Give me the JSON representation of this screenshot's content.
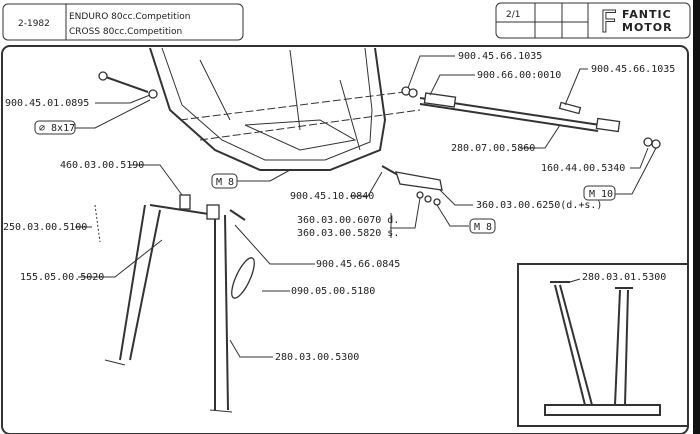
{
  "header": {
    "date": "2-1982",
    "model_1": "ENDURO 80cc.Competition",
    "model_2": "CROSS 80cc.Competition",
    "page": "2/1",
    "logo_line_1": "FANTIC",
    "logo_line_2": "MOTOR"
  },
  "parts": {
    "bolt_swingarm": "900.45.01.0895",
    "washer_8x17": "⌀ 8x17",
    "nut_rod_left": "900.45.66.1035",
    "rod_end": "900.66.00:0010",
    "nut_rod_right": "900.45.66.1035",
    "brake_rod": "280.07.00.5860",
    "washer_rod": "160.44.00.5340",
    "nut_m10": "M 10",
    "nut_m8_frame": "M 8",
    "bolt_footrest": "900.45.10.0840",
    "footrest": "360.03.00.6250(d.+s.)",
    "footrest_bracket_right": "360.03.00.6070 d.",
    "footrest_bracket_left": "360.03.00.5820 s.",
    "nut_m8_footrest": "M 8",
    "stand_bushing": "460.03.00.5190",
    "stand_spring": "250.03.00.5100",
    "stand_pin": "155.05.00.5020",
    "stand_bolt": "900.45.66.0845",
    "rubber_strap": "090.05.00.5180",
    "center_stand": "280.03.00.5300",
    "paddock_stand": "280.03.01.5300"
  }
}
